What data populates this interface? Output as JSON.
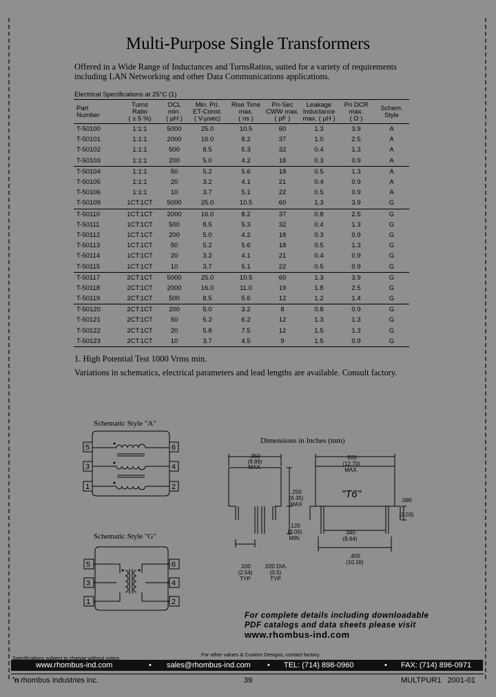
{
  "title": "Multi-Purpose Single Transformers",
  "intro": "Offered in a Wide Range of Inductances and TurnsRatios, suited for a variety of requirements including LAN Networking and other Data Communications applications.",
  "spec_caption": "Electrical Specifications at 25°C (1)",
  "headers": {
    "part": [
      "Part",
      "Number"
    ],
    "turns": [
      "Turns",
      "Ratio",
      "( ± 5 %)"
    ],
    "ocl": [
      "OCL",
      "min.",
      "( µH )"
    ],
    "etc": [
      "Min. Pri.",
      "ET-Const.",
      "( V-µsec)"
    ],
    "rise": [
      "Rise Time",
      "max.",
      "( ns )"
    ],
    "cap": [
      "Pri-Sec",
      "CWW max.",
      "( pF )"
    ],
    "leak": [
      "Leakage",
      "Inductance",
      "max. ( µH )"
    ],
    "dcr": [
      "Pri DCR",
      "max.",
      "( Ω )"
    ],
    "style": [
      "Schem.",
      "Style"
    ]
  },
  "rows": [
    [
      "T-50100",
      "1:1:1",
      "5000",
      "25.0",
      "10.5",
      "60",
      "1.3",
      "3.9",
      "A"
    ],
    [
      "T-50101",
      "1:1:1",
      "2000",
      "16.0",
      "8.2",
      "37",
      "1.0",
      "2.5",
      "A"
    ],
    [
      "T-50102",
      "1:1:1",
      "500",
      "8.5",
      "5.3",
      "32",
      "0.4",
      "1.3",
      "A"
    ],
    [
      "T-50103",
      "1:1:1",
      "200",
      "5.0",
      "4.2",
      "18",
      "0.3",
      "0.9",
      "A"
    ],
    [
      "T-50104",
      "1:1:1",
      "50",
      "5.2",
      "5.6",
      "18",
      "0.5",
      "1.3",
      "A"
    ],
    [
      "T-50105",
      "1:1:1",
      "20",
      "3.2",
      "4.1",
      "21",
      "0.4",
      "0.9",
      "A"
    ],
    [
      "T-50106",
      "1:1:1",
      "10",
      "3.7",
      "5.1",
      "22",
      "0.5",
      "0.9",
      "A"
    ],
    [
      "T-50109",
      "1CT:1CT",
      "5000",
      "25.0",
      "10.5",
      "60",
      "1.3",
      "3.9",
      "G"
    ],
    [
      "T-50110",
      "1CT:1CT",
      "2000",
      "16.0",
      "8.2",
      "37",
      "0.8",
      "2.5",
      "G"
    ],
    [
      "T-50111",
      "1CT:1CT",
      "500",
      "8.5",
      "5.3",
      "32",
      "0.4",
      "1.3",
      "G"
    ],
    [
      "T-50112",
      "1CT:1CT",
      "200",
      "5.0",
      "4.2",
      "18",
      "0.3",
      "0.9",
      "G"
    ],
    [
      "T-50113",
      "1CT:1CT",
      "50",
      "5.2",
      "5.6",
      "18",
      "0.5",
      "1.3",
      "G"
    ],
    [
      "T-50114",
      "1CT:1CT",
      "20",
      "3.2",
      "4.1",
      "21",
      "0.4",
      "0.9",
      "G"
    ],
    [
      "T-50115",
      "1CT:1CT",
      "10",
      "3.7",
      "5.1",
      "22",
      "0.5",
      "0.9",
      "G"
    ],
    [
      "T-50117",
      "2CT:1CT",
      "5000",
      "25.0",
      "10.5",
      "60",
      "1.3",
      "3.9",
      "G"
    ],
    [
      "T-50118",
      "2CT:1CT",
      "2000",
      "16.0",
      "11.0",
      "19",
      "1.8",
      "2.5",
      "G"
    ],
    [
      "T-50119",
      "2CT:1CT",
      "500",
      "8.5",
      "5.6",
      "12",
      "1.2",
      "1.4",
      "G"
    ],
    [
      "T-50120",
      "2CT:1CT",
      "200",
      "5.0",
      "3.2",
      "8",
      "0.8",
      "0.9",
      "G"
    ],
    [
      "T-50121",
      "2CT:1CT",
      "50",
      "5.2",
      "6.2",
      "12",
      "1.3",
      "1.3",
      "G"
    ],
    [
      "T-50122",
      "2CT:1CT",
      "20",
      "5.8",
      "7.5",
      "12",
      "1.5",
      "1.3",
      "G"
    ],
    [
      "T-50123",
      "2CT:1CT",
      "10",
      "3.7",
      "4.5",
      "9",
      "1.5",
      "0.9",
      "G"
    ]
  ],
  "note1": "1.  High Potential Test 1000 Vrms min.",
  "note2": "Variations in schematics, electrical parameters and lead lengths are available. Consult factory.",
  "schem_a_title": "Schematic Style \"A\"",
  "schem_g_title": "Schematic Style \"G\"",
  "schem_a_pins": [
    "5",
    "6",
    "3",
    "4",
    "1",
    "2"
  ],
  "schem_g_pins": [
    "5",
    "6",
    "3",
    "4",
    "1",
    "2"
  ],
  "dims_title": "Dimensions in Inches (mm)",
  "dims": {
    "d350": [
      ".350",
      "(8.89)",
      "MAX."
    ],
    "d500": [
      ".500",
      "(12.70)",
      "MAX."
    ],
    "d250": [
      ".250",
      "(6.35)",
      "MAX"
    ],
    "d120": [
      ".120",
      "(3.05)",
      "MIN."
    ],
    "d080": [
      ".080",
      "(2.03)"
    ],
    "d340": [
      ".340",
      "(8.64)"
    ],
    "d400": [
      ".400",
      "(10.16)"
    ],
    "d100": [
      ".100",
      "(2.54)",
      "TYP"
    ],
    "d020": [
      ".020 DIA.",
      "(0.5)",
      "TYP"
    ],
    "pkg": "\"T6\""
  },
  "promo_line1": "For complete details including downloadable",
  "promo_line2": "PDF catalogs and data sheets please visit",
  "promo_url": "www.rhombus-ind.com",
  "spec_notice": "Specifications subject to change without notice.",
  "other_values": "For other values & Custom Designs, contact factory.",
  "footer_web": "www.rhombus-ind.com",
  "footer_email": "sales@rhombus-ind.com",
  "footer_tel": "TEL: (714) 898-0960",
  "footer_fax": "FAX: (714) 896-0971",
  "company": "rhombus industries inc.",
  "page_number": "39",
  "doc_code": "MULTPUR1   2001-01"
}
